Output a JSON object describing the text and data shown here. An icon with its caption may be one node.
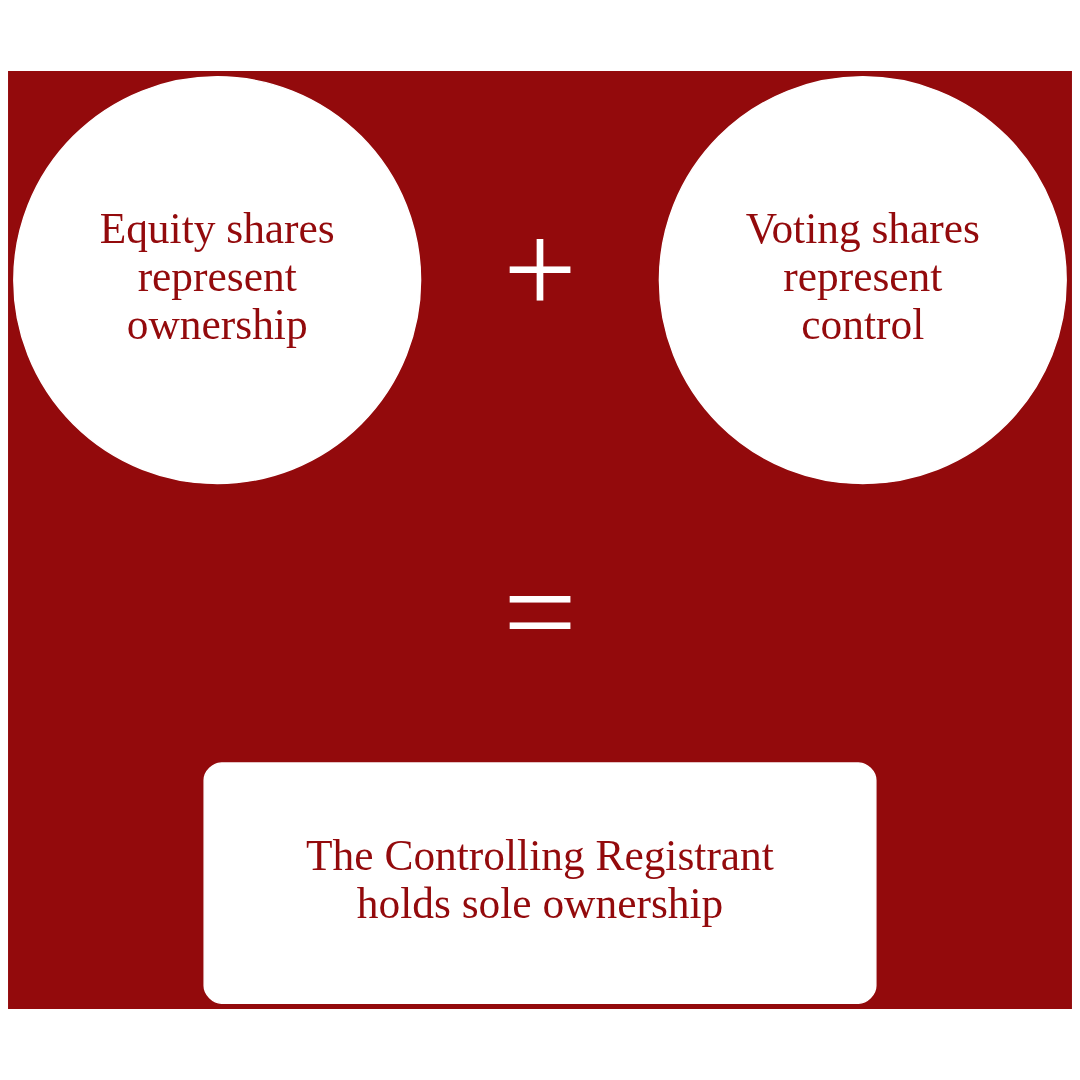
{
  "diagram": {
    "nodes": [
      {
        "text": [
          "Equity shares represent ownership"
        ]
      },
      {
        "text": [
          "Voting shares represent control"
        ]
      },
      {
        "text": [
          "The Controlling Registrant holds sole ownership"
        ]
      }
    ],
    "labels": [
      "+",
      "="
    ]
  }
}
